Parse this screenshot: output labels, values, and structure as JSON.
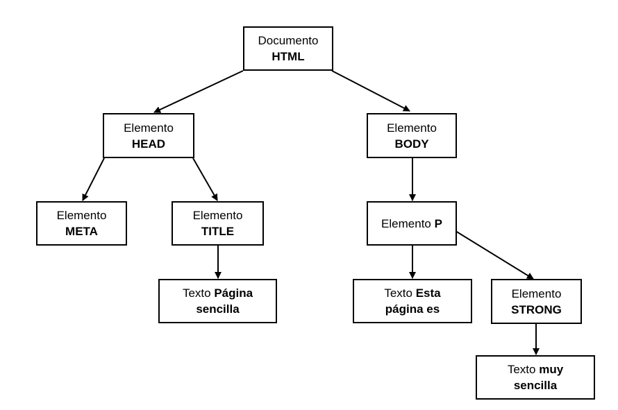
{
  "nodes": {
    "html": {
      "line1": "Documento",
      "line2": "HTML"
    },
    "head": {
      "line1": "Elemento",
      "line2": "HEAD"
    },
    "body": {
      "line1": "Elemento",
      "line2": "BODY"
    },
    "meta": {
      "line1": "Elemento",
      "line2": "META"
    },
    "title": {
      "line1": "Elemento",
      "line2": "TITLE"
    },
    "p": {
      "prefix": "Elemento",
      "bold": "P"
    },
    "title_text": {
      "prefix": "Texto",
      "bold1": "Página",
      "line2": "sencilla"
    },
    "p_text": {
      "prefix": "Texto",
      "bold1": "Esta",
      "line2": "página es"
    },
    "strong": {
      "line1": "Elemento",
      "line2": "STRONG"
    },
    "strong_text": {
      "prefix": "Texto",
      "bold1": "muy",
      "line2": "sencilla"
    }
  },
  "colors": {
    "stroke": "#000000",
    "background": "#ffffff"
  }
}
